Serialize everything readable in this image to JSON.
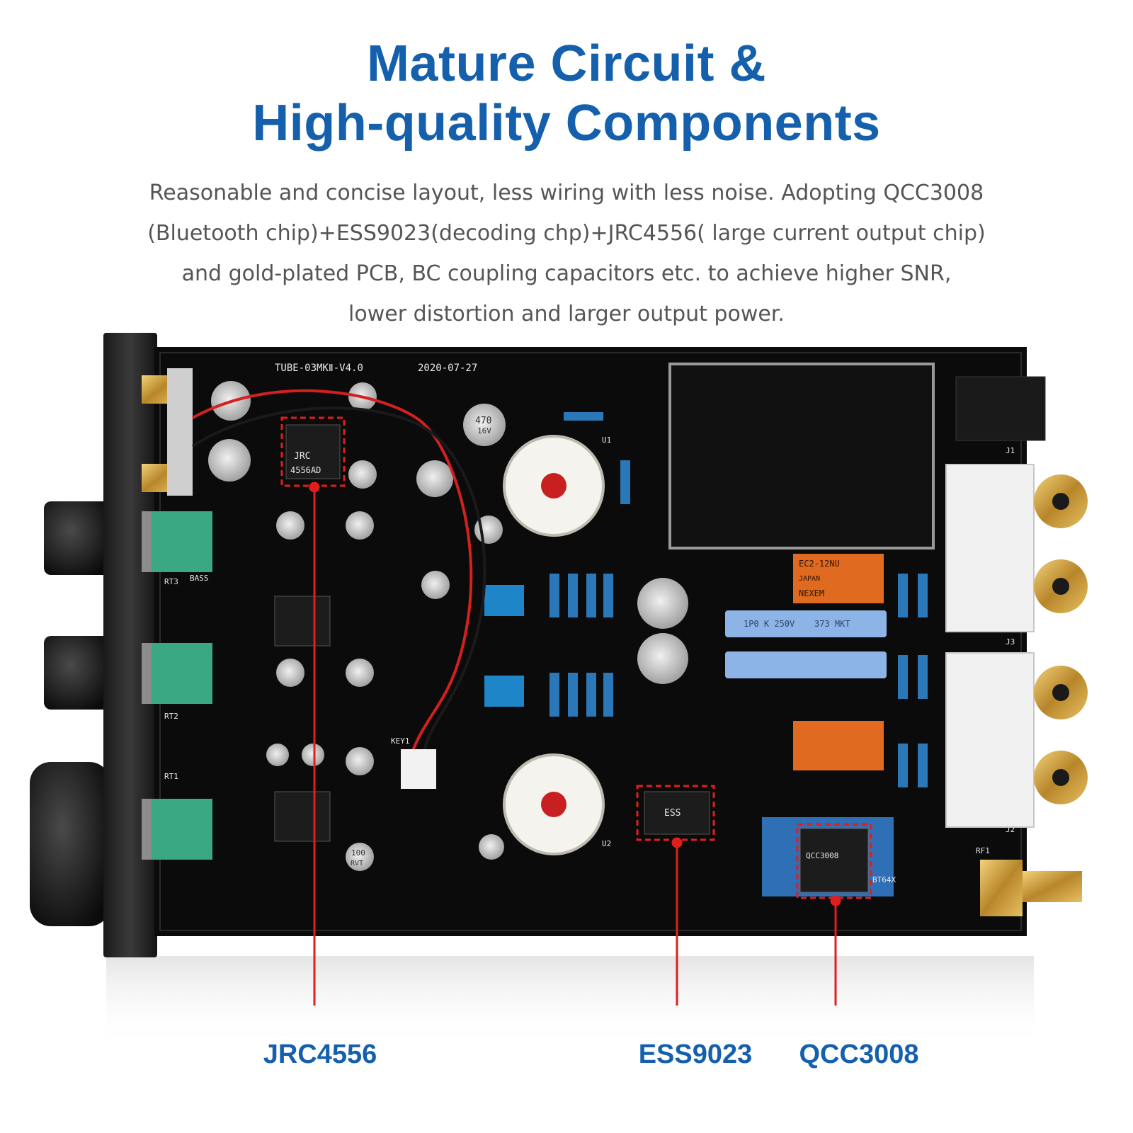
{
  "title": {
    "line1": "Mature Circuit &",
    "line2": "High-quality Components"
  },
  "description": {
    "line1": "Reasonable and concise layout, less wiring with less noise. Adopting QCC3008",
    "line2": "(Bluetooth chip)+ESS9023(decoding chp)+JRC4556( large current output chip)",
    "line3": "and gold-plated PCB, BC coupling capacitors etc. to achieve higher SNR,",
    "line4": "lower distortion and larger output power."
  },
  "callouts": {
    "jrc": "JRC4556",
    "ess": "ESS9023",
    "qcc": "QCC3008"
  },
  "board": {
    "model": "TUBE-03MKⅡ-V4.0",
    "date": "2020-07-27",
    "bass_label": "BASS",
    "pot1": "RT1",
    "pot2": "RT2",
    "pot3": "RT3",
    "chip_jrc": "4556AD",
    "chip_jrc_brand": "JRC",
    "relay_brand": "NEXEM",
    "relay_model": "EC2-12NU",
    "relay_origin": "JAPAN",
    "cap_film": "373 MKT",
    "cap_film2": "1P0 K 250V",
    "cap_value_1": "470",
    "cap_value_2": "16V",
    "cap_value_3": "RVT",
    "cap_value_4": "100",
    "bt_module": "BT64X",
    "ess_chip": "ESS",
    "bt_chip": "QCC3008",
    "jack1": "J1",
    "jack2": "J2",
    "jack3": "J3",
    "rf1": "RF1",
    "u1": "U1",
    "u2": "U2",
    "key1": "KEY1"
  }
}
